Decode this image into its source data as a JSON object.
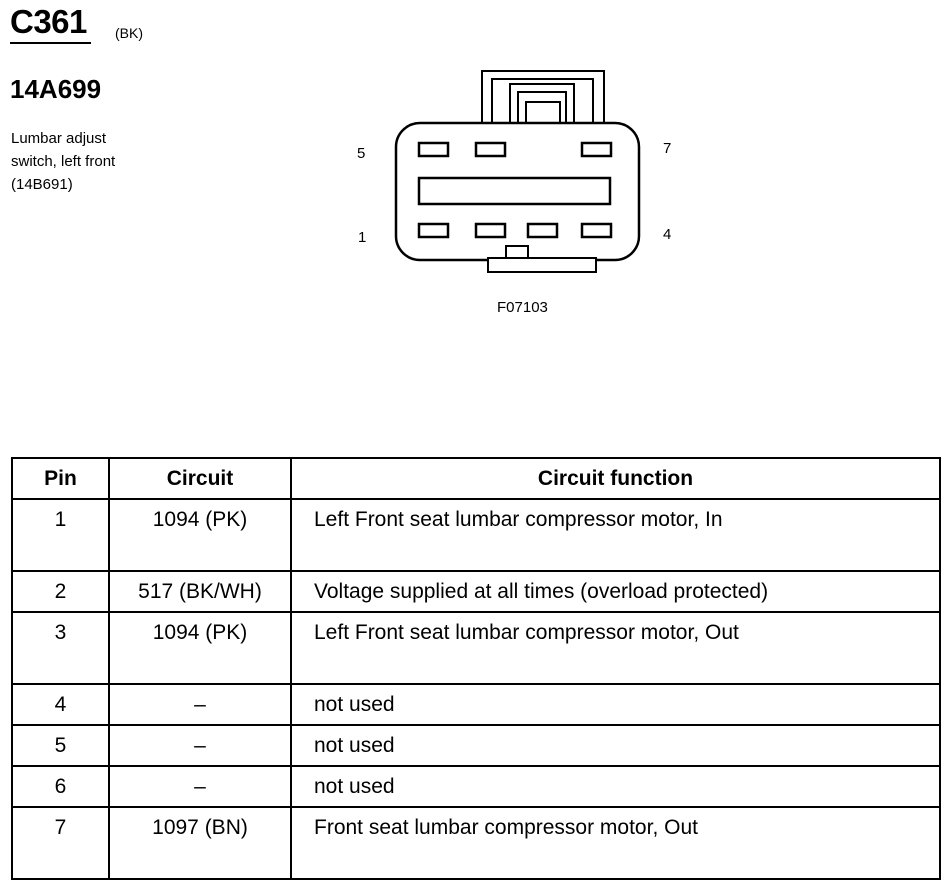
{
  "header": {
    "connector_id": "C361",
    "connector_color": "(BK)",
    "part_number": "14A699",
    "description_lines": [
      "Lumbar adjust",
      "switch, left front",
      "(14B691)"
    ]
  },
  "diagram": {
    "pin_labels": {
      "top_left": "5",
      "top_right": "7",
      "bottom_left": "1",
      "bottom_right": "4"
    },
    "figure_id": "F07103"
  },
  "table": {
    "headers": {
      "pin": "Pin",
      "circuit": "Circuit",
      "function": "Circuit function"
    },
    "rows": [
      {
        "pin": "1",
        "circuit": "1094 (PK)",
        "function": "Left Front seat lumbar compressor motor, In"
      },
      {
        "pin": "2",
        "circuit": "517 (BK/WH)",
        "function": "Voltage supplied at all times (overload protected)"
      },
      {
        "pin": "3",
        "circuit": "1094 (PK)",
        "function": "Left Front seat lumbar compressor motor, Out"
      },
      {
        "pin": "4",
        "circuit": "–",
        "function": "not used"
      },
      {
        "pin": "5",
        "circuit": "–",
        "function": "not used"
      },
      {
        "pin": "6",
        "circuit": "–",
        "function": "not used"
      },
      {
        "pin": "7",
        "circuit": "1097 (BN)",
        "function": "Front seat lumbar compressor motor, Out"
      }
    ]
  }
}
